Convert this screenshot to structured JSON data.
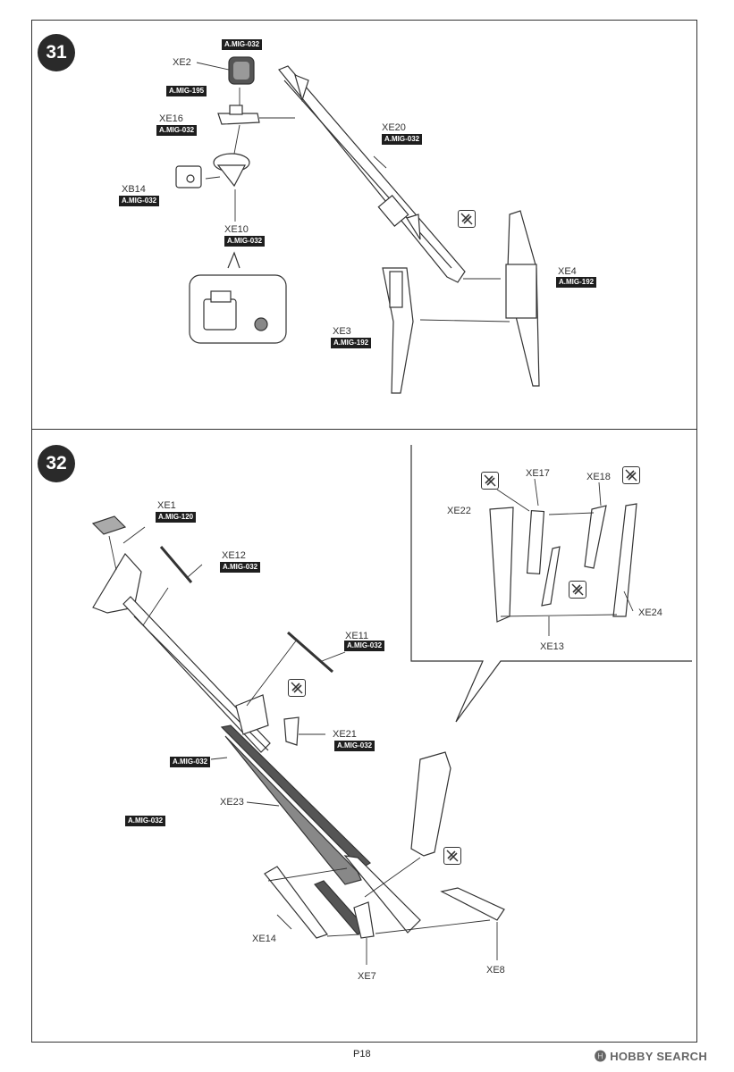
{
  "page_number": "P18",
  "watermark": "🅗 HOBBY SEARCH",
  "steps": {
    "s31": "31",
    "s32": "32"
  },
  "parts": {
    "XE2": "XE2",
    "XE16": "XE16",
    "XB14": "XB14",
    "XE10": "XE10",
    "XE20": "XE20",
    "XE4": "XE4",
    "XE3": "XE3",
    "XE1": "XE1",
    "XE12": "XE12",
    "XE11": "XE11",
    "XE21": "XE21",
    "XE23": "XE23",
    "XE14": "XE14",
    "XE7": "XE7",
    "XE8": "XE8",
    "XE17": "XE17",
    "XE18": "XE18",
    "XE22": "XE22",
    "XE24": "XE24",
    "XE13": "XE13"
  },
  "paints": {
    "mig032": "A.MIG-032",
    "mig195": "A.MIG-195",
    "mig192": "A.MIG-192",
    "mig120": "A.MIG-120"
  },
  "icons": [
    "no-glue-icon",
    "step-number-badge"
  ]
}
